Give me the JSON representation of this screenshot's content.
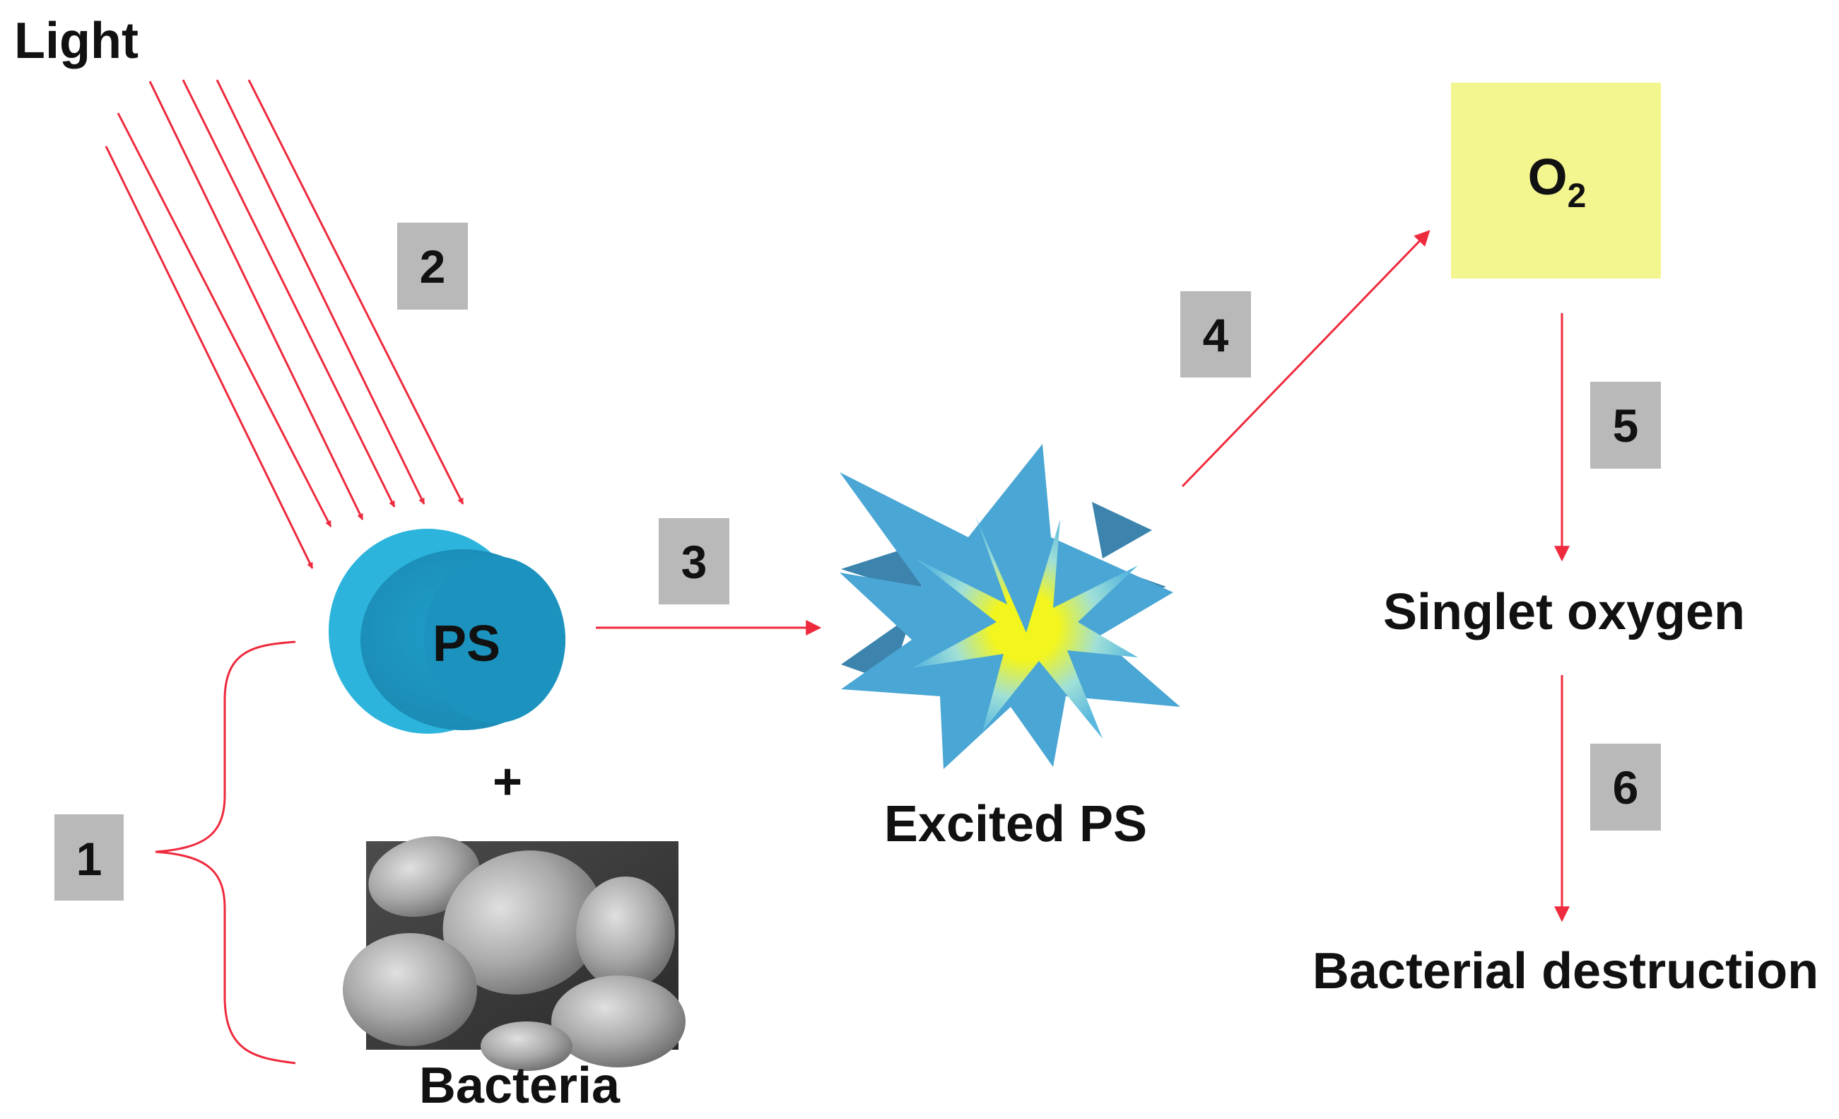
{
  "labels": {
    "light": "Light",
    "ps": "PS",
    "plus": "+",
    "bacteria": "Bacteria",
    "excited_ps": "Excited PS",
    "o2_main": "O",
    "o2_sub": "2",
    "singlet_oxygen": "Singlet oxygen",
    "bacterial_destruction": "Bacterial destruction"
  },
  "steps": [
    "1",
    "2",
    "3",
    "4",
    "5",
    "6"
  ],
  "colors": {
    "arrow": "#ee2a3d",
    "step_box": "#b9b9b9",
    "o2_box": "#f3f58f",
    "ps_disc": "#1e9cc6",
    "star_outer": "#4aa6d4",
    "star_core": "#f2f51e"
  }
}
